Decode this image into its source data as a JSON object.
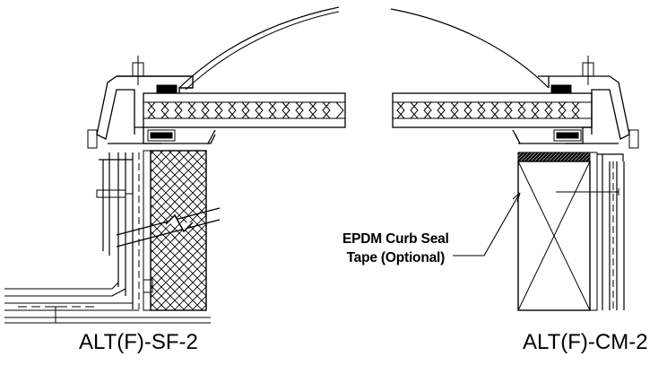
{
  "labels": {
    "left_detail": "ALT(F)-SF-2",
    "right_detail": "ALT(F)-CM-2",
    "callout_line1": "EPDM Curb Seal",
    "callout_line2": "Tape (Optional)"
  },
  "colors": {
    "line": "#000000",
    "background": "#ffffff"
  }
}
